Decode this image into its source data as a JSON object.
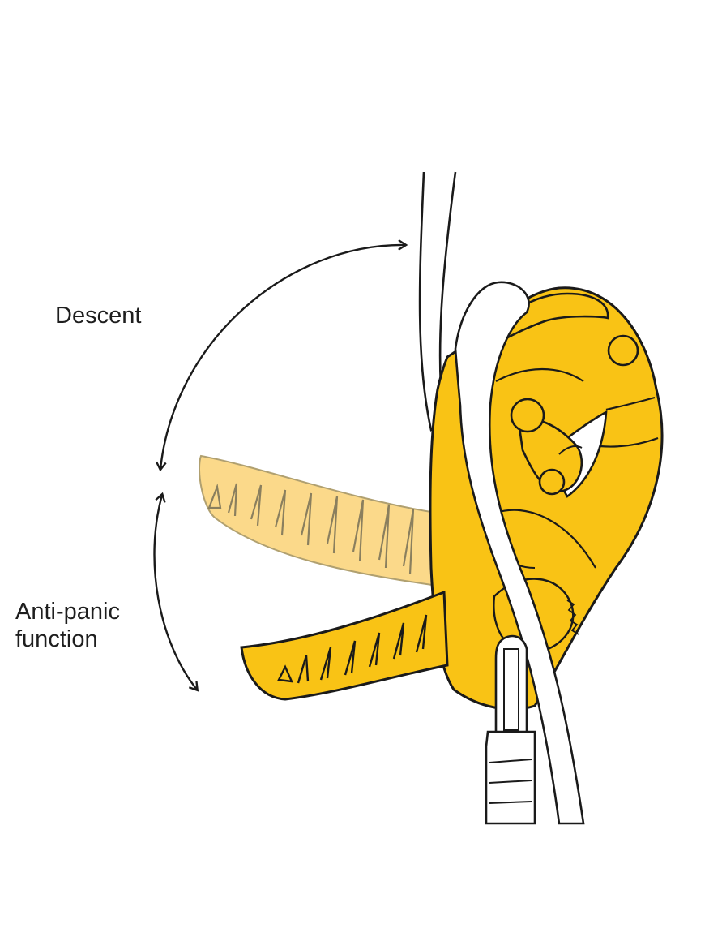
{
  "diagram": {
    "labels": {
      "descent": "Descent",
      "anti_panic_line1": "Anti-panic",
      "anti_panic_line2": "function"
    },
    "icons": {
      "device": "descender-device-icon",
      "handle": "handle-lever-icon",
      "rope": "rope-icon",
      "carabiner": "carabiner-icon"
    },
    "colors": {
      "device_yellow": "#F9C315",
      "handle_ghost": "#FBD98A",
      "outline": "#1a1a1a",
      "text": "#1e1e1e",
      "background": "#ffffff"
    }
  }
}
